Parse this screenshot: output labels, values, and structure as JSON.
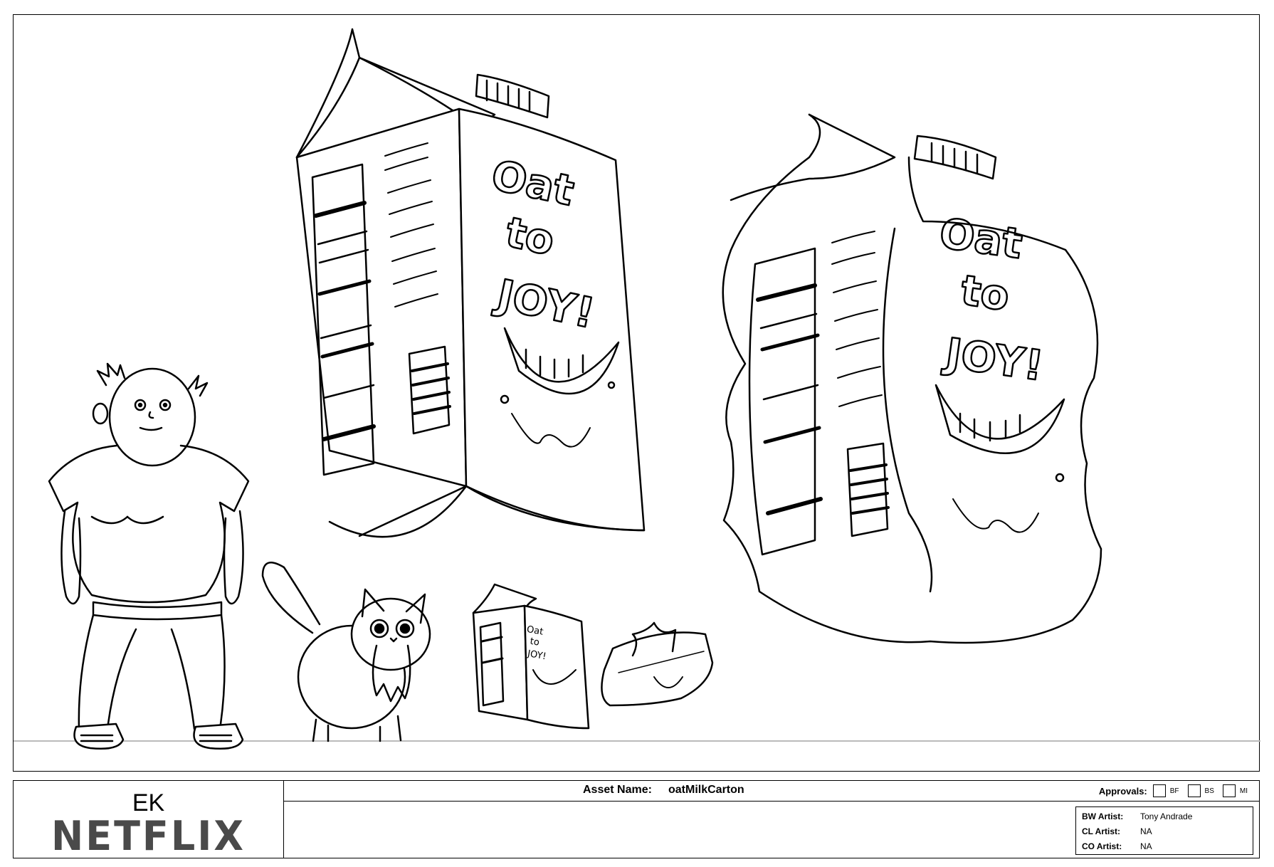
{
  "studio": {
    "code": "EK",
    "brand": "NETFLIX"
  },
  "asset": {
    "label": "Asset Name:",
    "name": "oatMilkCarton"
  },
  "approvals": {
    "label": "Approvals:",
    "items": [
      "BF",
      "BS",
      "MI"
    ]
  },
  "artists": [
    {
      "role": "BW Artist:",
      "name": "Tony  Andrade"
    },
    {
      "role": "CL Artist:",
      "name": "NA"
    },
    {
      "role": "CO Artist:",
      "name": "NA"
    }
  ],
  "carton_branding": {
    "line1": "Oat",
    "line2": "to",
    "line3": "JOY!"
  }
}
